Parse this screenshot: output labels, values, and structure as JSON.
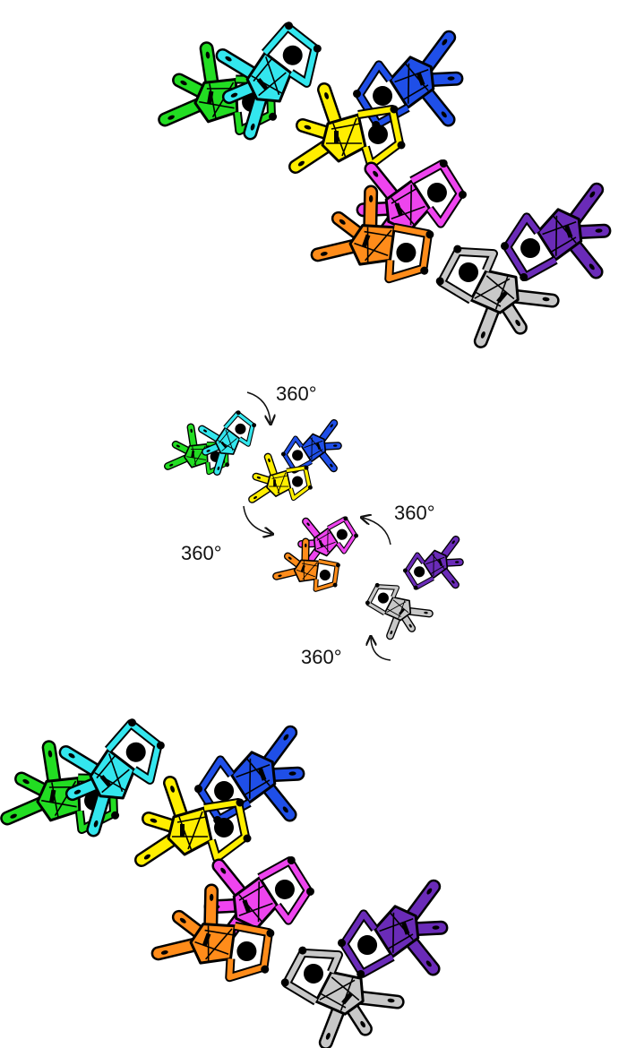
{
  "colors": {
    "green": "#22dd22",
    "cyan": "#33e6ee",
    "blue": "#1f4fe8",
    "yellow": "#ffee00",
    "magenta": "#ee44ee",
    "orange": "#ff8c1a",
    "purple": "#6a2bb8",
    "gray": "#c8c8c8",
    "outline": "#000000"
  },
  "panels": [
    {
      "name": "top-assembly",
      "units": [
        "green",
        "cyan",
        "blue",
        "yellow",
        "magenta",
        "orange",
        "purple",
        "gray"
      ]
    },
    {
      "name": "exploded-view",
      "units": [
        "green",
        "cyan",
        "blue",
        "yellow",
        "magenta",
        "orange",
        "purple",
        "gray"
      ]
    },
    {
      "name": "bottom-assembly",
      "units": [
        "green",
        "cyan",
        "blue",
        "yellow",
        "magenta",
        "orange",
        "purple",
        "gray"
      ]
    }
  ],
  "rotation_labels": [
    "360°",
    "360°",
    "360°",
    "360°"
  ]
}
